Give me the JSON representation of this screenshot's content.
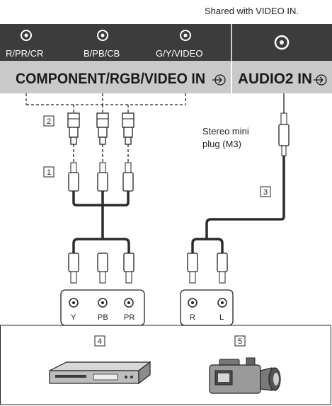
{
  "note_shared": "Shared with VIDEO IN.",
  "panel": {
    "port_labels": [
      "R/PR/CR",
      "B/PB/CB",
      "G/Y/VIDEO"
    ],
    "component_header": "COMPONENT/RGB/VIDEO IN",
    "audio_header": "AUDIO2 IN"
  },
  "callouts": {
    "n1": "1",
    "n2": "2",
    "n3": "3",
    "n4": "4",
    "n5": "5"
  },
  "stereo_label_line1": "Stereo mini",
  "stereo_label_line2": "plug (M3)",
  "device_jacks_video": [
    "Y",
    "PB",
    "PR"
  ],
  "device_jacks_audio": [
    "R",
    "L"
  ],
  "devices": {
    "dvd": "dvd-player",
    "camcorder": "camcorder"
  },
  "colors": {
    "panel_dark": "#3c3c3c",
    "panel_header": "#c9c9c9",
    "cable": "#2b2b2b"
  }
}
